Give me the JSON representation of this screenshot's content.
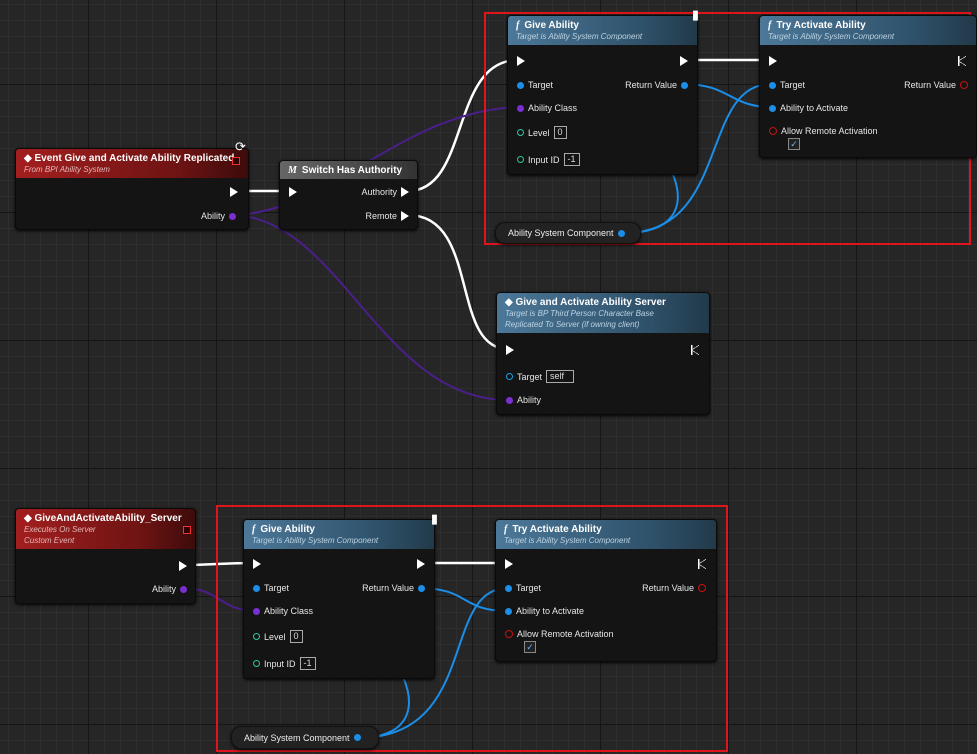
{
  "nodes": {
    "event_replicated": {
      "title": "Event Give and Activate Ability Replicated",
      "subtitle": "From BPI Ability System",
      "pin_ability": "Ability"
    },
    "switch_authority": {
      "title": "Switch Has Authority",
      "icon": "M",
      "pin_authority": "Authority",
      "pin_remote": "Remote"
    },
    "give_ability_top": {
      "title": "Give Ability",
      "subtitle": "Target is Ability System Component",
      "pin_target": "Target",
      "pin_return": "Return Value",
      "pin_ability_class": "Ability Class",
      "pin_level": "Level",
      "level_value": "0",
      "pin_input_id": "Input ID",
      "input_id_value": "-1"
    },
    "try_activate_top": {
      "title": "Try Activate Ability",
      "subtitle": "Target is Ability System Component",
      "pin_target": "Target",
      "pin_return": "Return Value",
      "pin_ability_to_activate": "Ability to Activate",
      "pin_allow_remote": "Allow Remote Activation",
      "allow_remote_checked": "✓"
    },
    "asc_var_top": {
      "label": "Ability System Component"
    },
    "give_activate_server": {
      "title": "Give and Activate Ability Server",
      "subtitle1": "Target is BP Third Person Character Base",
      "subtitle2": "Replicated To Server (if owning client)",
      "pin_target": "Target",
      "target_value": "self",
      "pin_ability": "Ability"
    },
    "custom_event_server": {
      "title": "GiveAndActivateAbility_Server",
      "subtitle1": "Executes On Server",
      "subtitle2": "Custom Event",
      "pin_ability": "Ability"
    },
    "give_ability_bottom": {
      "title": "Give Ability",
      "subtitle": "Target is Ability System Component",
      "pin_target": "Target",
      "pin_return": "Return Value",
      "pin_ability_class": "Ability Class",
      "pin_level": "Level",
      "level_value": "0",
      "pin_input_id": "Input ID",
      "input_id_value": "-1"
    },
    "try_activate_bottom": {
      "title": "Try Activate Ability",
      "subtitle": "Target is Ability System Component",
      "pin_target": "Target",
      "pin_return": "Return Value",
      "pin_ability_to_activate": "Ability to Activate",
      "pin_allow_remote": "Allow Remote Activation",
      "allow_remote_checked": "✓"
    },
    "asc_var_bottom": {
      "label": "Ability System Component"
    }
  },
  "function_icon": "f",
  "colors": {
    "selection": "#e0141c",
    "exec_wire": "#ffffff",
    "object_wire": "#1a8ee8",
    "class_wire": "#4a1f8a"
  }
}
